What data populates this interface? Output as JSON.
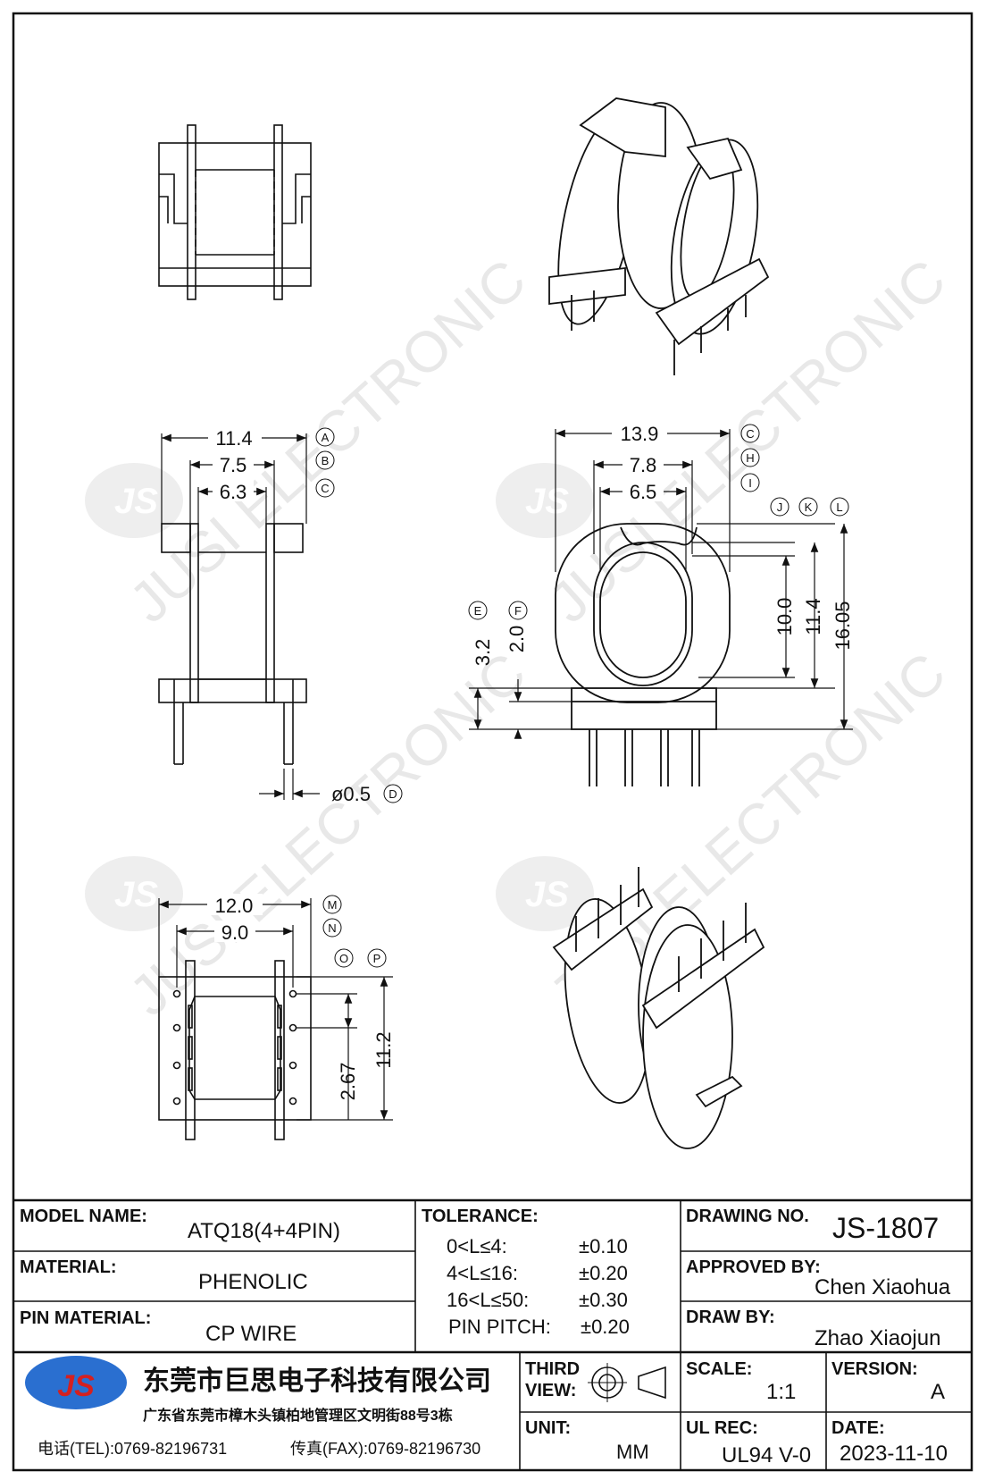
{
  "dims": {
    "top_a": "11.4",
    "top_b": "7.5",
    "top_c": "6.3",
    "pin_d": "ø0.5",
    "front_c": "13.9",
    "front_h": "7.8",
    "front_i": "6.5",
    "front_e": "3.2",
    "front_f": "2.0",
    "front_j": "10.0",
    "front_k": "11.4",
    "front_l": "16.05",
    "bot_m": "12.0",
    "bot_n": "9.0",
    "bot_o": "2.67",
    "bot_p": "11.2"
  },
  "markers": {
    "a": "A",
    "b": "B",
    "c": "C",
    "d": "D",
    "e": "E",
    "f": "F",
    "c2": "C",
    "h": "H",
    "i": "I",
    "j": "J",
    "k": "K",
    "l": "L",
    "m": "M",
    "n": "N",
    "o": "O",
    "p": "P"
  },
  "watermark": {
    "text": "JUSI ELECTRONIC",
    "logo": "JS"
  },
  "title_block": {
    "model_label": "MODEL NAME:",
    "model_value": "ATQ18(4+4PIN)",
    "material_label": "MATERIAL:",
    "material_value": "PHENOLIC",
    "pin_material_label": "PIN MATERIAL:",
    "pin_material_value": "CP WIRE",
    "tolerance_label": "TOLERANCE:",
    "tolerances": [
      {
        "range": "0<L≤4:",
        "value": "±0.10"
      },
      {
        "range": "4<L≤16:",
        "value": "±0.20"
      },
      {
        "range": "16<L≤50:",
        "value": "±0.30"
      },
      {
        "range": "PIN PITCH:",
        "value": "±0.20"
      }
    ],
    "drawing_no_label": "DRAWING NO.",
    "drawing_no_value": "JS-1807",
    "approved_label": "APPROVED BY:",
    "approved_value": "Chen Xiaohua",
    "draw_label": "DRAW BY:",
    "draw_value": "Zhao Xiaojun",
    "company_logo": "JS",
    "company_name": "东莞市巨思电子科技有限公司",
    "company_address": "广东省东莞市樟木头镇柏地管理区文明街88号3栋",
    "tel": "电话(TEL):0769-82196731",
    "fax": "传真(FAX):0769-82196730",
    "third_view_label_1": "THIRD",
    "third_view_label_2": "VIEW:",
    "unit_label": "UNIT:",
    "unit_value": "MM",
    "scale_label": "SCALE:",
    "scale_value": "1:1",
    "version_label": "VERSION:",
    "version_value": "A",
    "ul_label": "UL REC:",
    "ul_value": "UL94 V-0",
    "date_label": "DATE:",
    "date_value": "2023-11-10"
  },
  "colors": {
    "line": "#111111",
    "logo_blue": "#2a6fd0",
    "logo_red": "#d42020",
    "watermark": "#e6e6e6"
  }
}
